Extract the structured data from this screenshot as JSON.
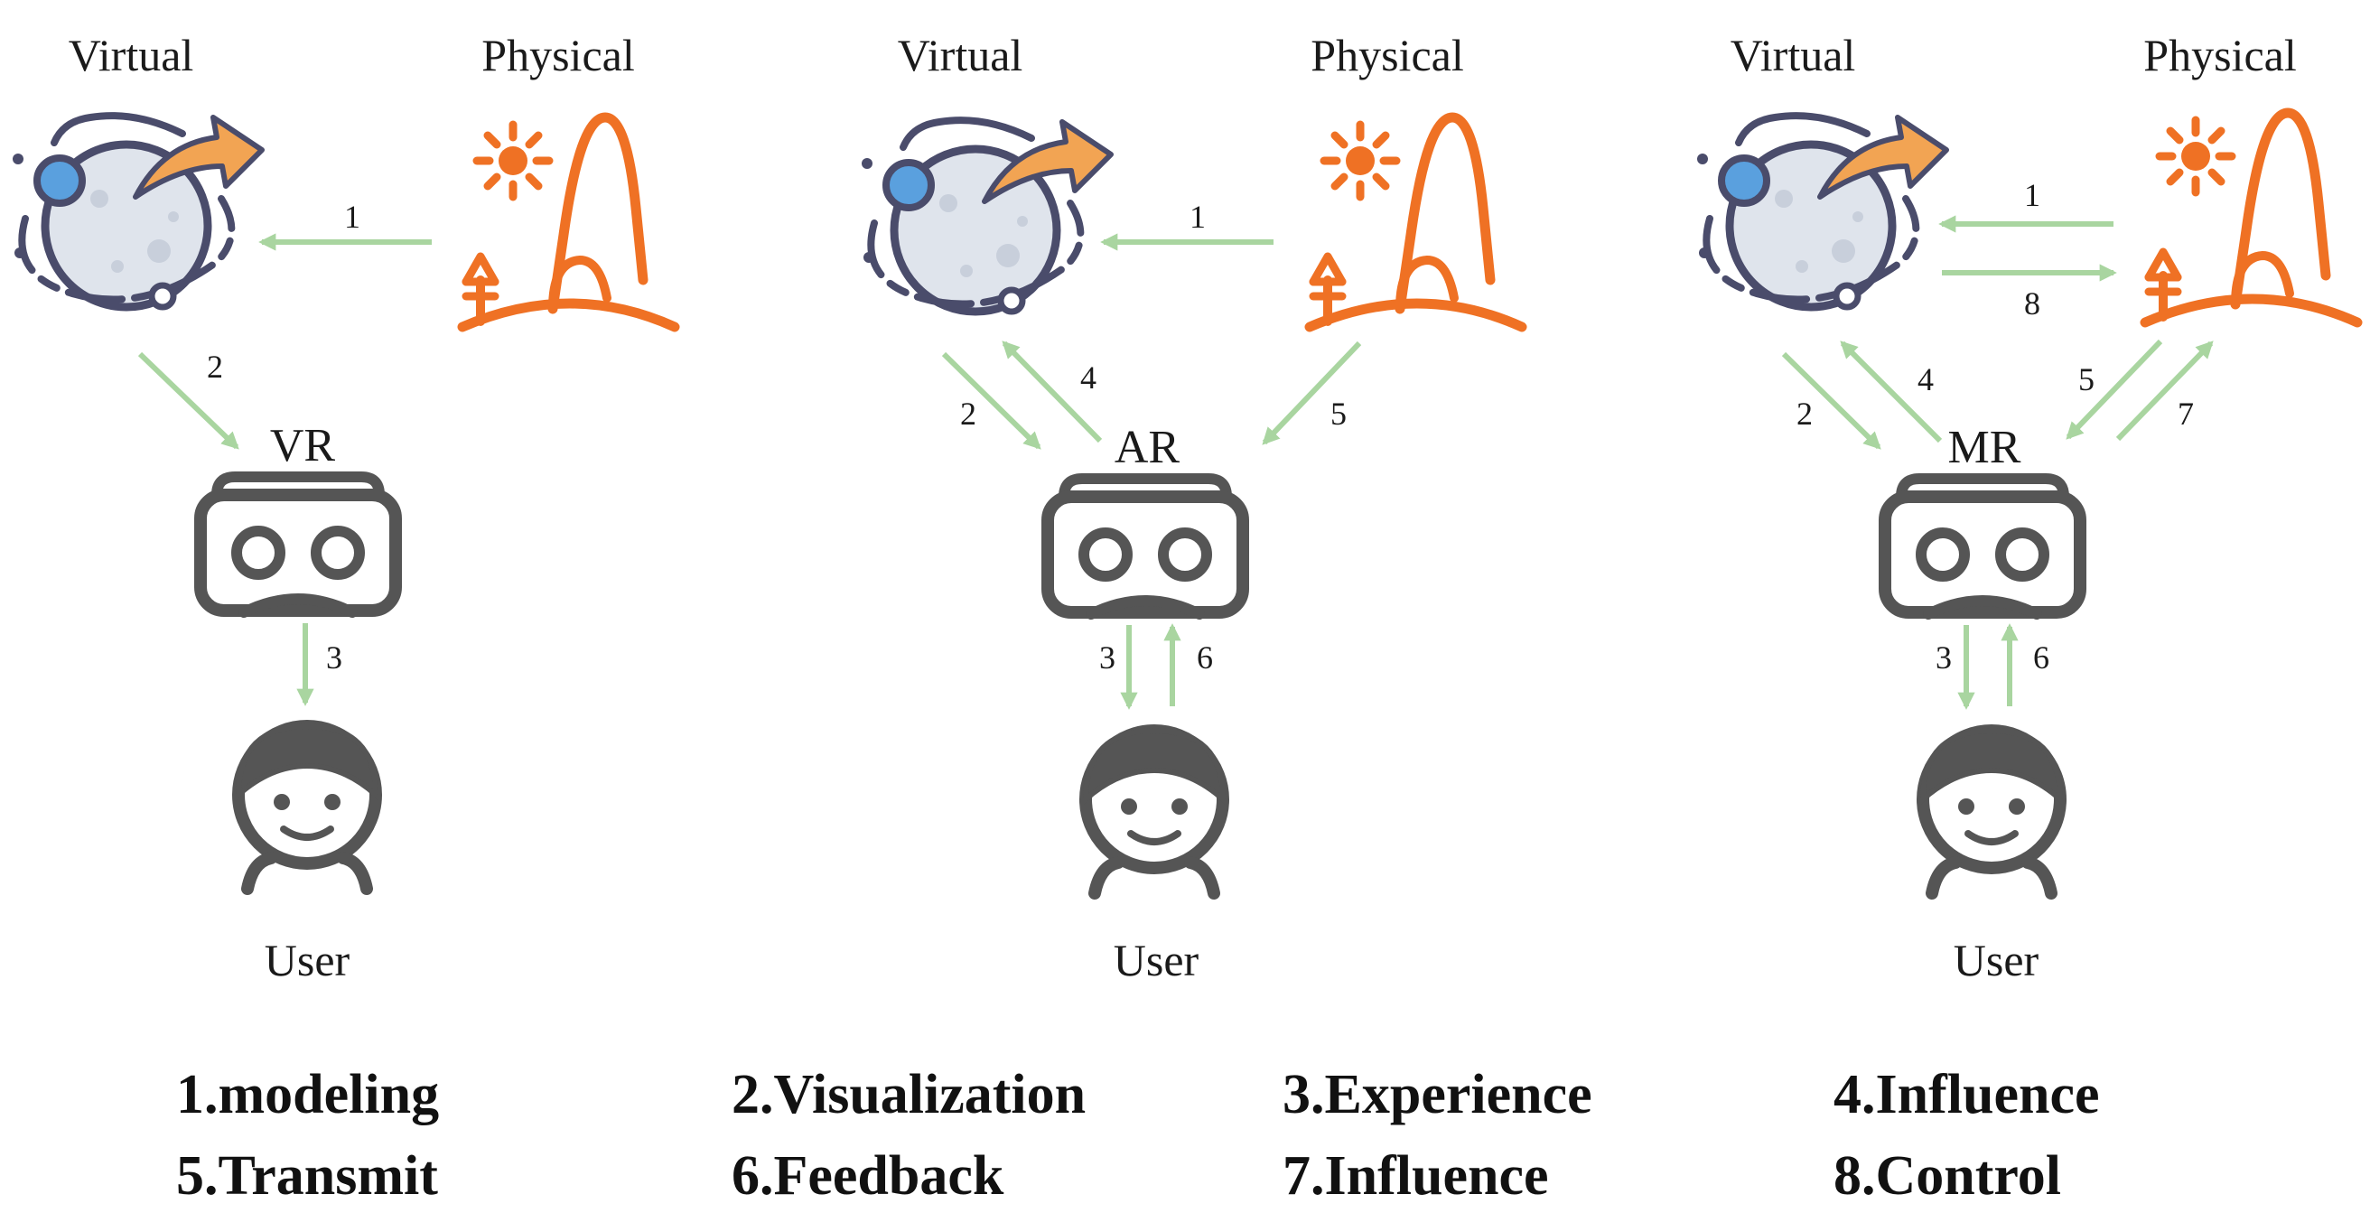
{
  "colors": {
    "arrow": "#a9d5a0",
    "physical": "#ef7124",
    "planet_outline": "#4a4c6b",
    "planet_fill": "#dfe4ec",
    "planet_dot": "#5aa0de",
    "planet_arrow": "#f2a453",
    "device": "#555555"
  },
  "panels": [
    {
      "virtual_label": "Virtual",
      "physical_label": "Physical",
      "device_label": "VR",
      "user_label": "User",
      "arrows": {
        "a1": "1",
        "a2": "2",
        "a3": "3"
      }
    },
    {
      "virtual_label": "Virtual",
      "physical_label": "Physical",
      "device_label": "AR",
      "user_label": "User",
      "arrows": {
        "a1": "1",
        "a2": "2",
        "a3": "3",
        "a4": "4",
        "a5": "5",
        "a6": "6"
      }
    },
    {
      "virtual_label": "Virtual",
      "physical_label": "Physical",
      "device_label": "MR",
      "user_label": "User",
      "arrows": {
        "a1": "1",
        "a2": "2",
        "a3": "3",
        "a4": "4",
        "a5": "5",
        "a6": "6",
        "a7": "7",
        "a8": "8"
      }
    }
  ],
  "legend": [
    "1.modeling",
    "2.Visualization",
    "3.Experience",
    "4.Influence",
    "5.Transmit",
    "6.Feedback",
    "7.Influence",
    "8.Control"
  ]
}
